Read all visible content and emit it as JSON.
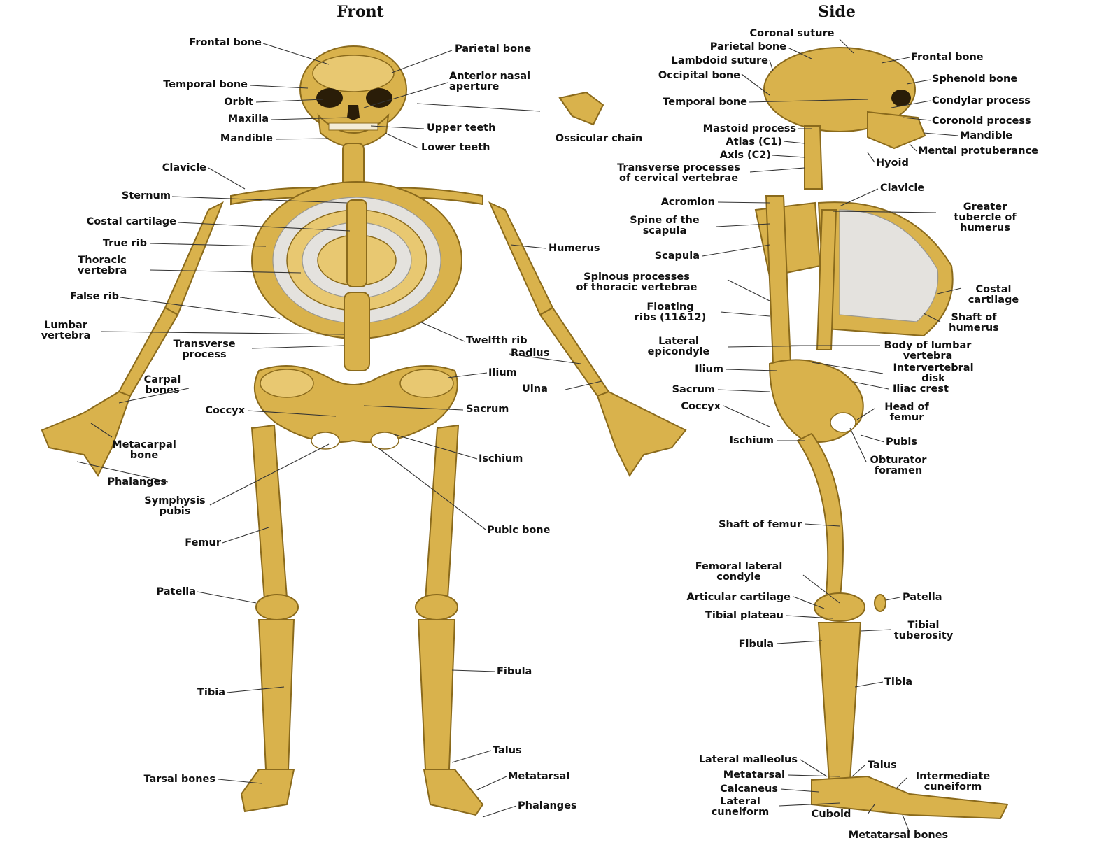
{
  "headings": {
    "front": "Front",
    "side": "Side"
  },
  "front_labels": [
    {
      "id": "frontal-bone",
      "lines": [
        "Frontal bone"
      ],
      "anchor": "end"
    },
    {
      "id": "parietal-bone",
      "lines": [
        "Parietal bone"
      ],
      "anchor": "start"
    },
    {
      "id": "temporal-bone",
      "lines": [
        "Temporal bone"
      ],
      "anchor": "end"
    },
    {
      "id": "anterior-nasal-aperture",
      "lines": [
        "Anterior nasal",
        "aperture"
      ],
      "anchor": "start"
    },
    {
      "id": "orbit",
      "lines": [
        "Orbit"
      ],
      "anchor": "end"
    },
    {
      "id": "maxilla",
      "lines": [
        "Maxilla"
      ],
      "anchor": "end"
    },
    {
      "id": "upper-teeth",
      "lines": [
        "Upper teeth"
      ],
      "anchor": "start"
    },
    {
      "id": "mandible",
      "lines": [
        "Mandible"
      ],
      "anchor": "end"
    },
    {
      "id": "lower-teeth",
      "lines": [
        "Lower teeth"
      ],
      "anchor": "start"
    },
    {
      "id": "clavicle",
      "lines": [
        "Clavicle"
      ],
      "anchor": "end"
    },
    {
      "id": "sternum",
      "lines": [
        "Sternum"
      ],
      "anchor": "end"
    },
    {
      "id": "costal-cartilage",
      "lines": [
        "Costal cartilage"
      ],
      "anchor": "end"
    },
    {
      "id": "true-rib",
      "lines": [
        "True rib"
      ],
      "anchor": "end"
    },
    {
      "id": "humerus",
      "lines": [
        "Humerus"
      ],
      "anchor": "start"
    },
    {
      "id": "thoracic-vertebra",
      "lines": [
        "Thoracic",
        "vertebra"
      ],
      "anchor": "middle"
    },
    {
      "id": "false-rib",
      "lines": [
        "False rib"
      ],
      "anchor": "end"
    },
    {
      "id": "lumbar-vertebra",
      "lines": [
        "Lumbar",
        "vertebra"
      ],
      "anchor": "middle"
    },
    {
      "id": "twelfth-rib",
      "lines": [
        "Twelfth rib"
      ],
      "anchor": "start"
    },
    {
      "id": "transverse-process",
      "lines": [
        "Transverse",
        "process"
      ],
      "anchor": "middle"
    },
    {
      "id": "radius",
      "lines": [
        "Radius"
      ],
      "anchor": "start"
    },
    {
      "id": "ilium",
      "lines": [
        "Ilium"
      ],
      "anchor": "start"
    },
    {
      "id": "carpal-bones",
      "lines": [
        "Carpal",
        "bones"
      ],
      "anchor": "middle"
    },
    {
      "id": "ulna",
      "lines": [
        "Ulna"
      ],
      "anchor": "start"
    },
    {
      "id": "coccyx",
      "lines": [
        "Coccyx"
      ],
      "anchor": "end"
    },
    {
      "id": "sacrum",
      "lines": [
        "Sacrum"
      ],
      "anchor": "start"
    },
    {
      "id": "metacarpal-bone",
      "lines": [
        "Metacarpal",
        "bone"
      ],
      "anchor": "middle"
    },
    {
      "id": "ischium",
      "lines": [
        "Ischium"
      ],
      "anchor": "start"
    },
    {
      "id": "phalanges-hand",
      "lines": [
        "Phalanges"
      ],
      "anchor": "end"
    },
    {
      "id": "symphysis-pubis",
      "lines": [
        "Symphysis",
        "pubis"
      ],
      "anchor": "middle"
    },
    {
      "id": "pubic-bone",
      "lines": [
        "Pubic bone"
      ],
      "anchor": "start"
    },
    {
      "id": "femur",
      "lines": [
        "Femur"
      ],
      "anchor": "end"
    },
    {
      "id": "patella",
      "lines": [
        "Patella"
      ],
      "anchor": "end"
    },
    {
      "id": "fibula",
      "lines": [
        "Fibula"
      ],
      "anchor": "start"
    },
    {
      "id": "tibia",
      "lines": [
        "Tibia"
      ],
      "anchor": "end"
    },
    {
      "id": "talus",
      "lines": [
        "Talus"
      ],
      "anchor": "start"
    },
    {
      "id": "tarsal-bones",
      "lines": [
        "Tarsal bones"
      ],
      "anchor": "end"
    },
    {
      "id": "metatarsal",
      "lines": [
        "Metatarsal"
      ],
      "anchor": "start"
    },
    {
      "id": "phalanges-foot",
      "lines": [
        "Phalanges"
      ],
      "anchor": "start"
    },
    {
      "id": "ossicular-chain",
      "lines": [
        "Ossicular chain"
      ],
      "anchor": "middle"
    }
  ],
  "side_labels": [
    {
      "id": "coronal-suture",
      "lines": [
        "Coronal suture"
      ],
      "anchor": "middle"
    },
    {
      "id": "side-parietal-bone",
      "lines": [
        "Parietal bone"
      ],
      "anchor": "end"
    },
    {
      "id": "frontal-bone-side",
      "lines": [
        "Frontal bone"
      ],
      "anchor": "start"
    },
    {
      "id": "lambdoid-suture",
      "lines": [
        "Lambdoid suture"
      ],
      "anchor": "end"
    },
    {
      "id": "occipital-bone",
      "lines": [
        "Occipital bone"
      ],
      "anchor": "end"
    },
    {
      "id": "sphenoid-bone",
      "lines": [
        "Sphenoid bone"
      ],
      "anchor": "start"
    },
    {
      "id": "side-temporal-bone",
      "lines": [
        "Temporal bone"
      ],
      "anchor": "end"
    },
    {
      "id": "condylar-process",
      "lines": [
        "Condylar process"
      ],
      "anchor": "start"
    },
    {
      "id": "coronoid-process",
      "lines": [
        "Coronoid process"
      ],
      "anchor": "start"
    },
    {
      "id": "mastoid-process",
      "lines": [
        "Mastoid process"
      ],
      "anchor": "end"
    },
    {
      "id": "side-mandible",
      "lines": [
        "Mandible"
      ],
      "anchor": "start"
    },
    {
      "id": "atlas",
      "lines": [
        "Atlas (C1)"
      ],
      "anchor": "end"
    },
    {
      "id": "mental-protuberance",
      "lines": [
        "Mental protuberance"
      ],
      "anchor": "start"
    },
    {
      "id": "axis",
      "lines": [
        "Axis (C2)"
      ],
      "anchor": "end"
    },
    {
      "id": "hyoid",
      "lines": [
        "Hyoid"
      ],
      "anchor": "start"
    },
    {
      "id": "transverse-processes-cervical",
      "lines": [
        "Transverse processes",
        "of cervical vertebrae"
      ],
      "anchor": "middle"
    },
    {
      "id": "side-clavicle",
      "lines": [
        "Clavicle"
      ],
      "anchor": "start"
    },
    {
      "id": "acromion",
      "lines": [
        "Acromion"
      ],
      "anchor": "end"
    },
    {
      "id": "greater-tubercle",
      "lines": [
        "Greater",
        "tubercle of",
        "humerus"
      ],
      "anchor": "middle"
    },
    {
      "id": "spine-of-scapula",
      "lines": [
        "Spine of the",
        "scapula"
      ],
      "anchor": "middle"
    },
    {
      "id": "scapula",
      "lines": [
        "Scapula"
      ],
      "anchor": "end"
    },
    {
      "id": "spinous-processes",
      "lines": [
        "Spinous processes",
        "of thoracic vertebrae"
      ],
      "anchor": "middle"
    },
    {
      "id": "side-costal-cartilage",
      "lines": [
        "Costal",
        "cartilage"
      ],
      "anchor": "middle"
    },
    {
      "id": "floating-ribs",
      "lines": [
        "Floating",
        "ribs (11&12)"
      ],
      "anchor": "middle"
    },
    {
      "id": "shaft-of-humerus",
      "lines": [
        "Shaft of",
        "humerus"
      ],
      "anchor": "middle"
    },
    {
      "id": "lateral-epicondyle",
      "lines": [
        "Lateral",
        "epicondyle"
      ],
      "anchor": "middle"
    },
    {
      "id": "body-of-lumbar-vertebra",
      "lines": [
        "Body of lumbar",
        "vertebra"
      ],
      "anchor": "middle"
    },
    {
      "id": "side-ilium",
      "lines": [
        "Ilium"
      ],
      "anchor": "end"
    },
    {
      "id": "intervertebral-disk",
      "lines": [
        "Intervertebral",
        "disk"
      ],
      "anchor": "middle"
    },
    {
      "id": "side-sacrum",
      "lines": [
        "Sacrum"
      ],
      "anchor": "end"
    },
    {
      "id": "iliac-crest",
      "lines": [
        "Iliac crest"
      ],
      "anchor": "start"
    },
    {
      "id": "side-coccyx",
      "lines": [
        "Coccyx"
      ],
      "anchor": "end"
    },
    {
      "id": "head-of-femur",
      "lines": [
        "Head of",
        "femur"
      ],
      "anchor": "middle"
    },
    {
      "id": "side-ischium",
      "lines": [
        "Ischium"
      ],
      "anchor": "end"
    },
    {
      "id": "pubis",
      "lines": [
        "Pubis"
      ],
      "anchor": "start"
    },
    {
      "id": "obturator-foramen",
      "lines": [
        "Obturator",
        "foramen"
      ],
      "anchor": "middle"
    },
    {
      "id": "shaft-of-femur",
      "lines": [
        "Shaft of femur"
      ],
      "anchor": "end"
    },
    {
      "id": "femoral-lateral-condyle",
      "lines": [
        "Femoral lateral",
        "condyle"
      ],
      "anchor": "middle"
    },
    {
      "id": "articular-cartilage",
      "lines": [
        "Articular cartilage"
      ],
      "anchor": "end"
    },
    {
      "id": "side-patella",
      "lines": [
        "Patella"
      ],
      "anchor": "start"
    },
    {
      "id": "tibial-plateau",
      "lines": [
        "Tibial plateau"
      ],
      "anchor": "end"
    },
    {
      "id": "tibial-tuberosity",
      "lines": [
        "Tibial",
        "tuberosity"
      ],
      "anchor": "middle"
    },
    {
      "id": "side-fibula",
      "lines": [
        "Fibula"
      ],
      "anchor": "end"
    },
    {
      "id": "side-tibia",
      "lines": [
        "Tibia"
      ],
      "anchor": "start"
    },
    {
      "id": "lateral-malleolus",
      "lines": [
        "Lateral malleolus"
      ],
      "anchor": "end"
    },
    {
      "id": "side-talus",
      "lines": [
        "Talus"
      ],
      "anchor": "start"
    },
    {
      "id": "side-metatarsal",
      "lines": [
        "Metatarsal"
      ],
      "anchor": "end"
    },
    {
      "id": "intermediate-cuneiform",
      "lines": [
        "Intermediate",
        "cuneiform"
      ],
      "anchor": "middle"
    },
    {
      "id": "calcaneus",
      "lines": [
        "Calcaneus"
      ],
      "anchor": "end"
    },
    {
      "id": "lateral-cuneiform",
      "lines": [
        "Lateral",
        "cuneiform"
      ],
      "anchor": "middle"
    },
    {
      "id": "cuboid",
      "lines": [
        "Cuboid"
      ],
      "anchor": "middle"
    },
    {
      "id": "metatarsal-bones",
      "lines": [
        "Metatarsal bones"
      ],
      "anchor": "middle"
    }
  ]
}
